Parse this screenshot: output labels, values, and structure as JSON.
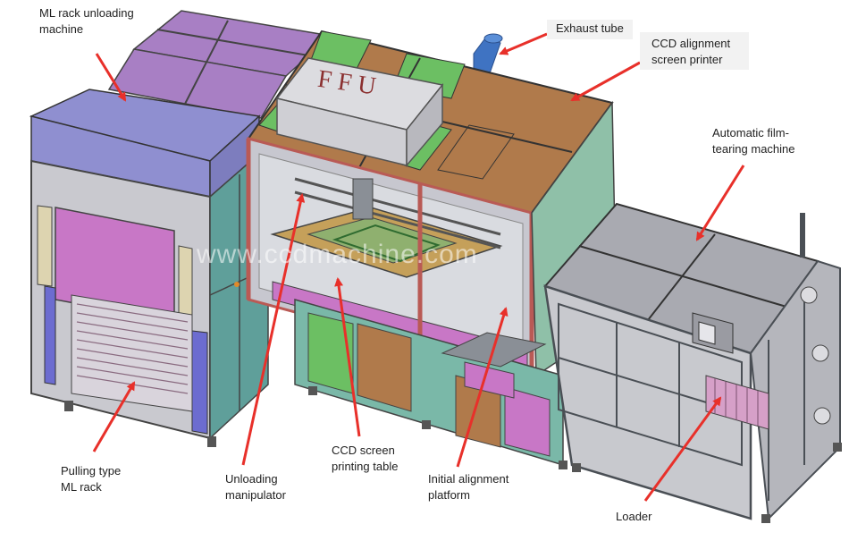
{
  "figure": {
    "watermark": "www.ccdmachine.com",
    "hood_text": "F F U",
    "colors": {
      "arrow": "#e8302a",
      "purple": "#a87fc4",
      "magenta": "#c877c6",
      "lavender": "#8f8fd0",
      "brown": "#b07a4b",
      "green": "#6cbf63",
      "teal": "#5f9f9a",
      "grey": "#a9aab1",
      "frame": "#4a4f55",
      "frame_red": "#b95a55",
      "exhaust": "#3f73c2"
    }
  },
  "labels": [
    {
      "id": "ml-rack-unloading-machine",
      "text": "ML rack unloading\nmachine"
    },
    {
      "id": "exhaust-tube",
      "text": "Exhaust tube"
    },
    {
      "id": "ccd-alignment-screen-printer",
      "text": "CCD alignment\nscreen printer"
    },
    {
      "id": "automatic-film-tearing-machine",
      "text": "Automatic film-\ntearing machine"
    },
    {
      "id": "pulling-type-ml-rack",
      "text": "Pulling type\nML rack"
    },
    {
      "id": "unloading-manipulator",
      "text": "Unloading\nmanipulator"
    },
    {
      "id": "ccd-screen-printing-table",
      "text": "CCD screen\nprinting table"
    },
    {
      "id": "initial-alignment-platform",
      "text": "Initial alignment\nplatform"
    },
    {
      "id": "loader",
      "text": "Loader"
    }
  ]
}
